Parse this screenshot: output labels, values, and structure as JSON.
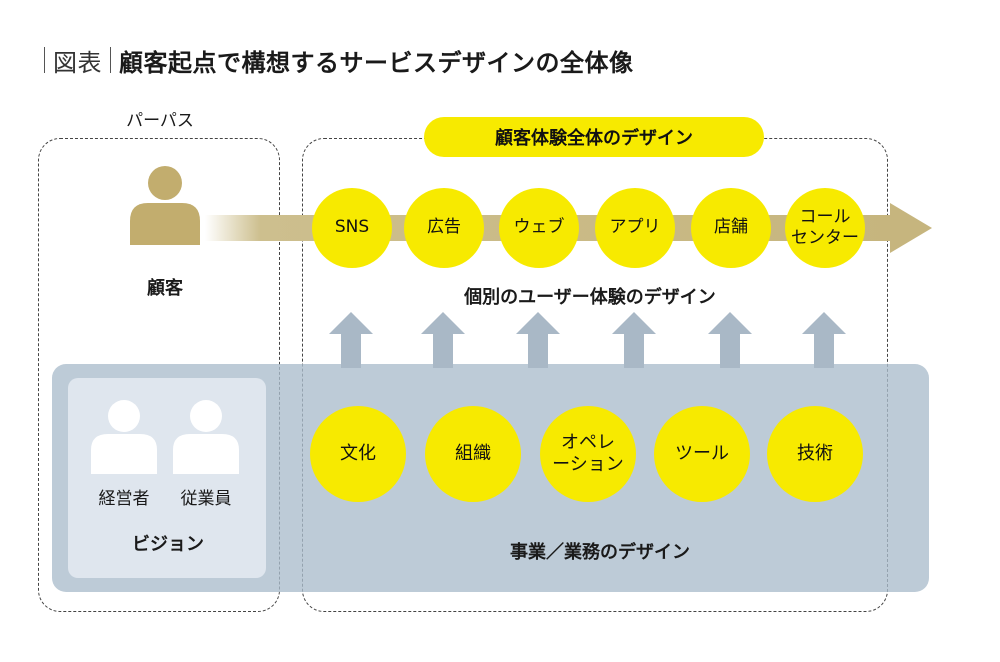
{
  "title": {
    "prefix": "図表",
    "text": "顧客起点で構想するサービスデザインの全体像"
  },
  "purpose_label": "パーパス",
  "whole_experience_label": "顧客体験全体のデザイン",
  "customer_label": "顧客",
  "touchpoints": [
    "SNS",
    "広告",
    "ウェブ",
    "アプリ",
    "店舗",
    "コール\nセンター"
  ],
  "individual_experience_label": "個別のユーザー体験のデザイン",
  "foundations": [
    "文化",
    "組織",
    "オペレ\nーション",
    "ツール",
    "技術"
  ],
  "business_label": "事業／業務のデザイン",
  "executive_label": "経営者",
  "employee_label": "従業員",
  "vision_label": "ビジョン",
  "colors": {
    "yellow": "#f7ea00",
    "gold": "#c6b57e",
    "panel": "#aabccc",
    "inner_panel": "#dfe6ee",
    "arrow_up": "#a9b8c6"
  },
  "icons": [
    "person-customer-icon",
    "person-executive-icon",
    "person-employee-icon",
    "flow-arrow-icon",
    "up-arrow-icon"
  ]
}
